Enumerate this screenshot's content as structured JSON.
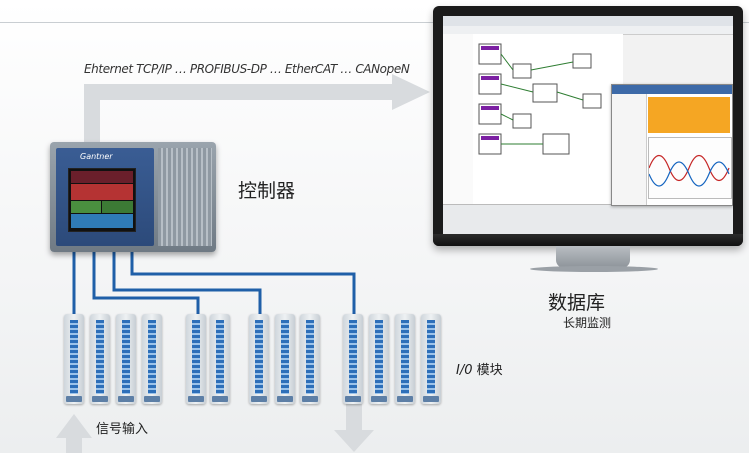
{
  "protocols": "Ehternet TCP/IP … PROFIBUS-DP … EtherCAT … CANopeN",
  "controller": {
    "label": "控制器",
    "brand": "Gantner"
  },
  "database": {
    "label": "数据库",
    "sublabel": "长期监测"
  },
  "io": {
    "label_prefix": "I/0",
    "label_suffix": " 模块"
  },
  "signal_input": "信号输入",
  "colors": {
    "cable": "#1f5fa8",
    "arrow": "#d8dbde",
    "module_strip": "#2d6fb9"
  }
}
